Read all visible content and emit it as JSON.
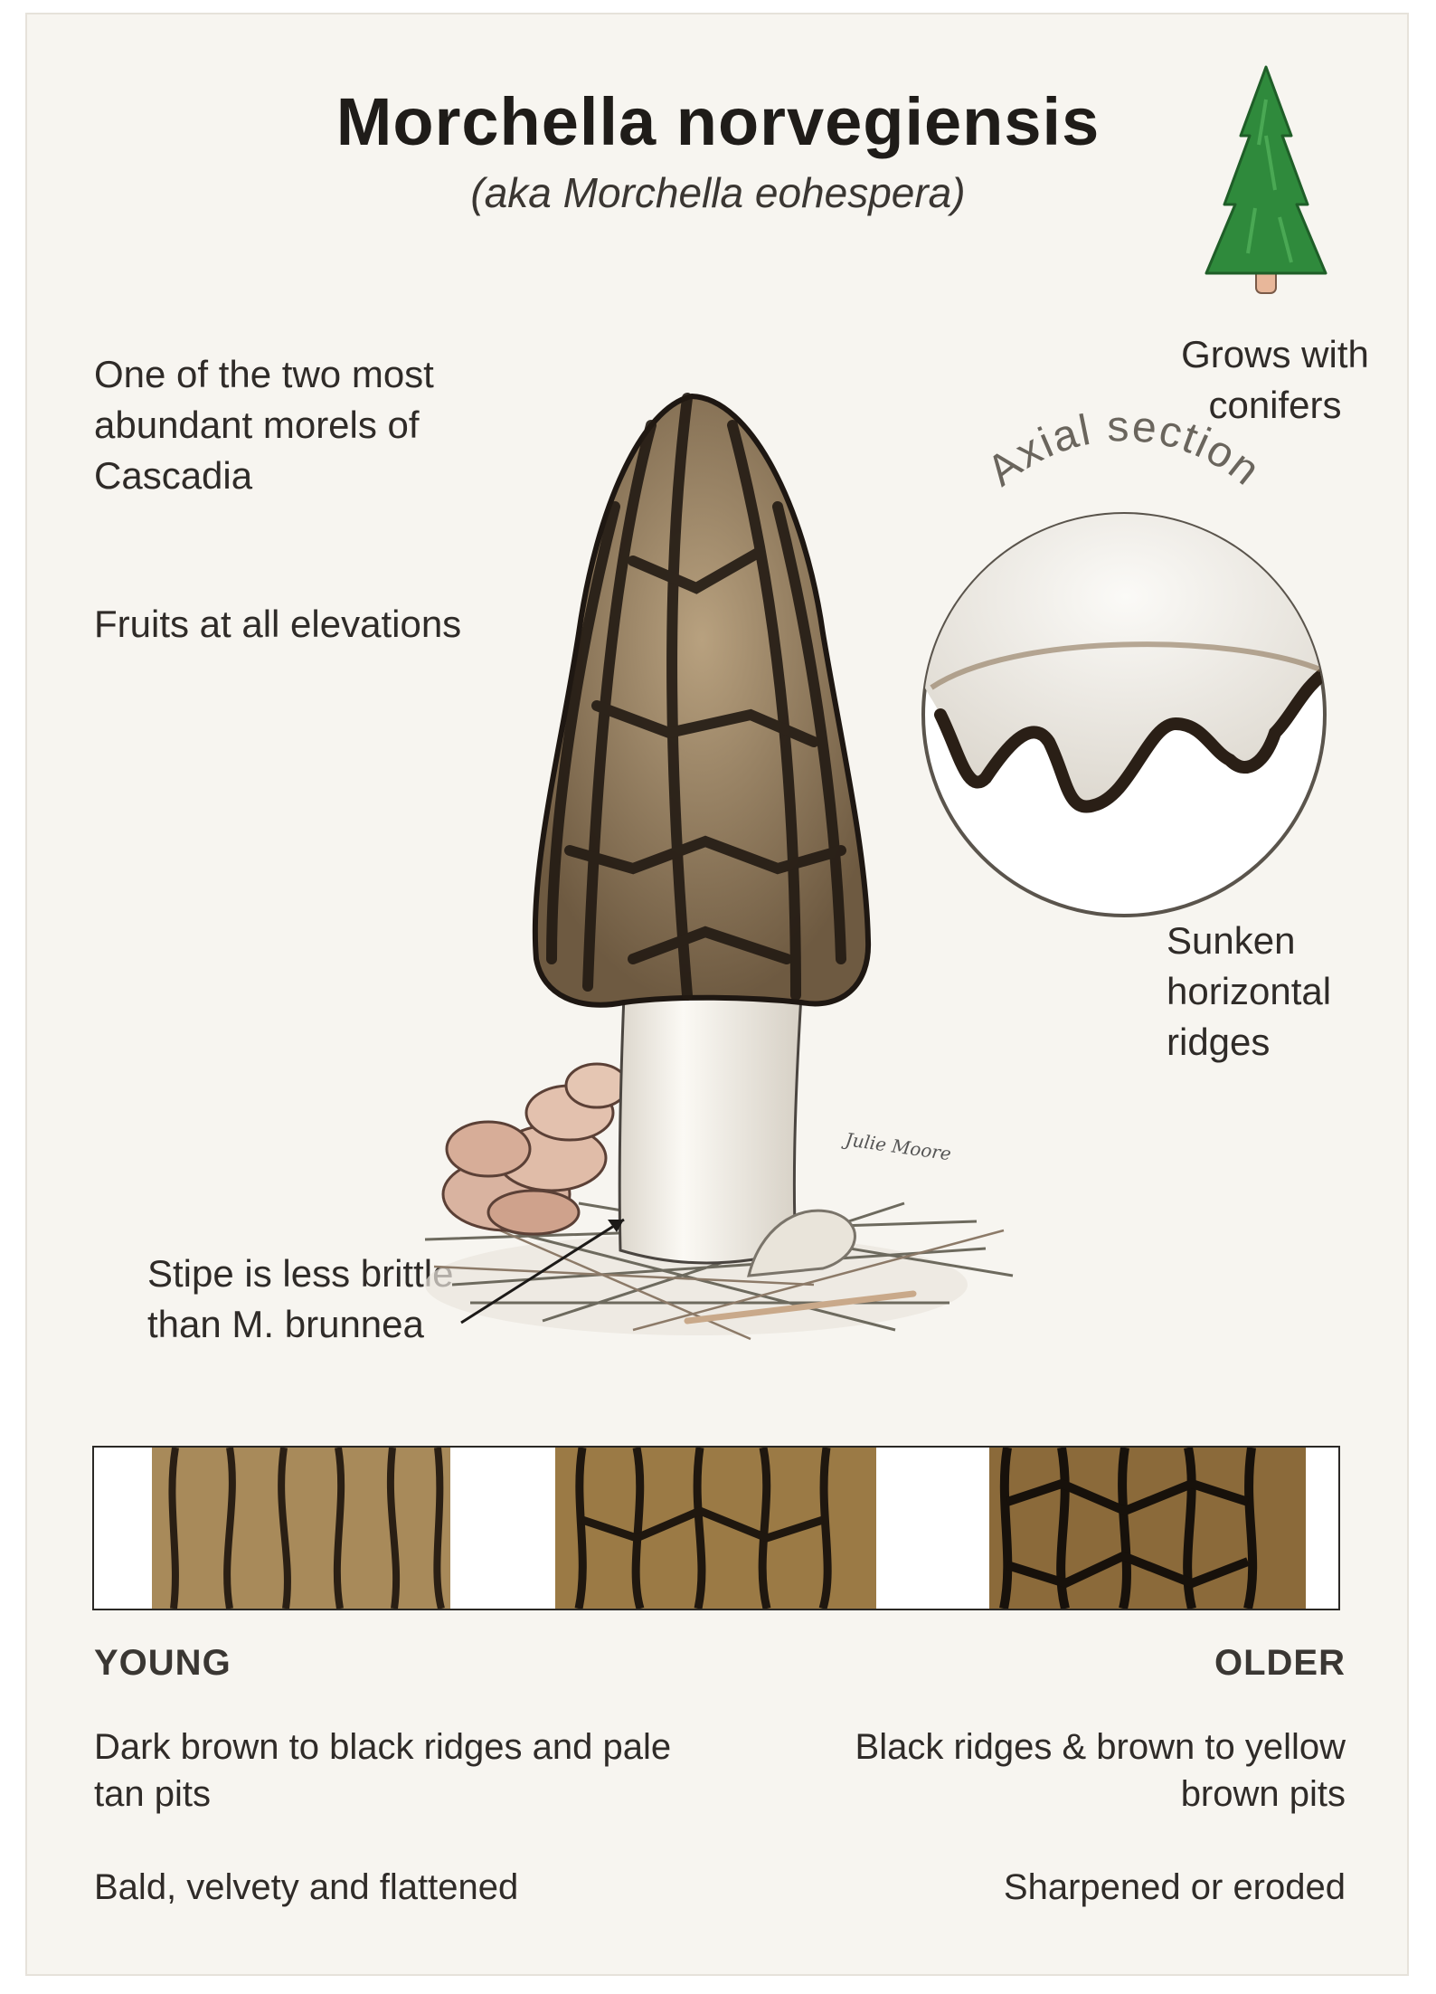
{
  "title": "Morchella norvegiensis",
  "subtitle": "(aka Morchella eohespera)",
  "notes": {
    "abundance": "One of the two most abundant morels of Cascadia",
    "elevation": "Fruits at all elevations",
    "habitat": "Grows with conifers",
    "ridges": "Sunken horizontal ridges",
    "stipe": "Stipe is less brittle than M. brunnea"
  },
  "section_label": "Axial section",
  "signature": "Julie Moore",
  "age_comparison": {
    "young_label": "YOUNG",
    "older_label": "OLDER",
    "young_desc1": "Dark brown to black ridges and pale tan pits",
    "young_desc2": "Bald, velvety and flattened",
    "older_desc1": "Black ridges & brown to yellow brown pits",
    "older_desc2": "Sharpened or eroded"
  },
  "icons": {
    "tree": "conifer-tree-icon"
  },
  "colors": {
    "background": "#f7f5f0",
    "cap_ridge": "#2a2018",
    "cap_pit": "#8c7558",
    "stipe": "#f4f1ea",
    "tree": "#2f8a3c"
  }
}
